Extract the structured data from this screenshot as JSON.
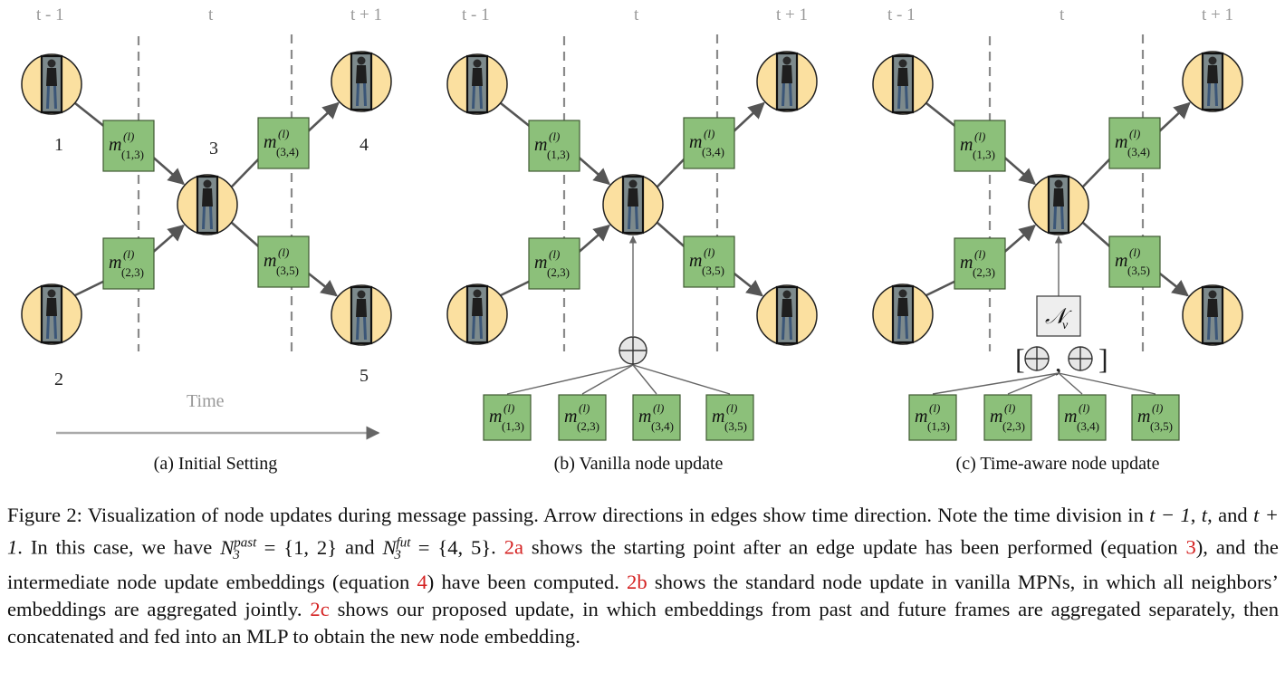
{
  "time_labels": {
    "prev": "t - 1",
    "curr": "t",
    "next": "t + 1"
  },
  "time_axis_label": "Time",
  "node_labels": [
    "1",
    "2",
    "3",
    "4",
    "5"
  ],
  "message_base": "m",
  "message_superscript": "(l)",
  "message_subscripts": [
    "(1,3)",
    "(2,3)",
    "(3,4)",
    "(3,5)"
  ],
  "aggregation_symbol": "⊕",
  "nv_symbol": "𝒩",
  "nv_subscript": "v",
  "concat_left": "[",
  "concat_sep": ",",
  "concat_right": "]",
  "subfigure_captions": {
    "a": "(a) Initial Setting",
    "b": "(b) Vanilla node update",
    "c": "(c) Time-aware node update"
  },
  "caption": {
    "label": "Figure 2:",
    "s1": "Visualization of node updates during message passing. Arrow directions in edges show time direction. Note the time division in",
    "m_t1": "t − 1",
    "s2": ",",
    "m_t": "t",
    "s3": ", and",
    "m_tp1": "t + 1",
    "s4": ". In this case, we have",
    "n_base": "N",
    "n_sub": "3",
    "past_sup": "past",
    "past_set": " = {1, 2}",
    "s5": "and",
    "fut_sup": "fut",
    "fut_set": " = {4, 5}",
    "s6": ".",
    "ref_2a": "2a",
    "s7": "shows the starting point after an edge update has been performed (equation",
    "ref_eq3": "3",
    "s8": "), and the intermediate node update embeddings (equation",
    "ref_eq4": "4",
    "s9": ") have been computed.",
    "ref_2b": "2b",
    "s10": "shows the standard node update in vanilla MPNs, in which all neighbors’ embeddings are aggregated jointly.",
    "ref_2c": "2c",
    "s11": "shows our proposed update, in which embeddings from past and future frames are aggregated separately, then concatenated and fed into an MLP to obtain the new node embedding."
  },
  "colors": {
    "node_fill": "#fbe0a0",
    "message_fill": "#8cc07a",
    "edge": "#555555",
    "divider": "#8a8a8a",
    "reference": "#d42020"
  }
}
